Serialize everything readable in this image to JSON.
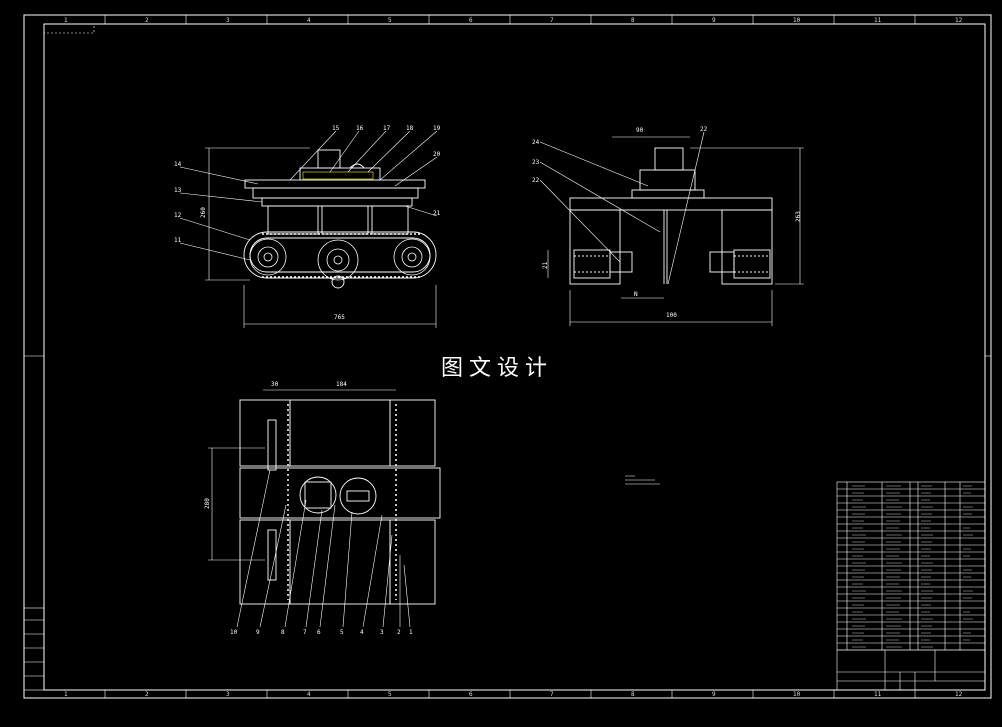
{
  "watermark": "图文设计",
  "zones": [
    "1",
    "2",
    "3",
    "4",
    "5",
    "6",
    "7",
    "8",
    "9",
    "10",
    "11",
    "12"
  ],
  "balloons_front": [
    "15",
    "16",
    "17",
    "18",
    "19",
    "20",
    "21",
    "14",
    "13",
    "12",
    "11"
  ],
  "balloons_side": [
    "24",
    "23",
    "22",
    "22"
  ],
  "balloons_top": [
    "10",
    "9",
    "8",
    "7",
    "6",
    "5",
    "4",
    "3",
    "2",
    "1"
  ],
  "dims": {
    "front_width": "765",
    "front_height": "260",
    "side_width": "100",
    "side_height": "263",
    "side_top": "90",
    "side_left": "21",
    "side_inner": "N",
    "top_a": "30",
    "top_b": "184",
    "top_h": "280"
  },
  "colors": {
    "background": "#000000",
    "line": "#ffffff",
    "accent": "#ffff00"
  }
}
